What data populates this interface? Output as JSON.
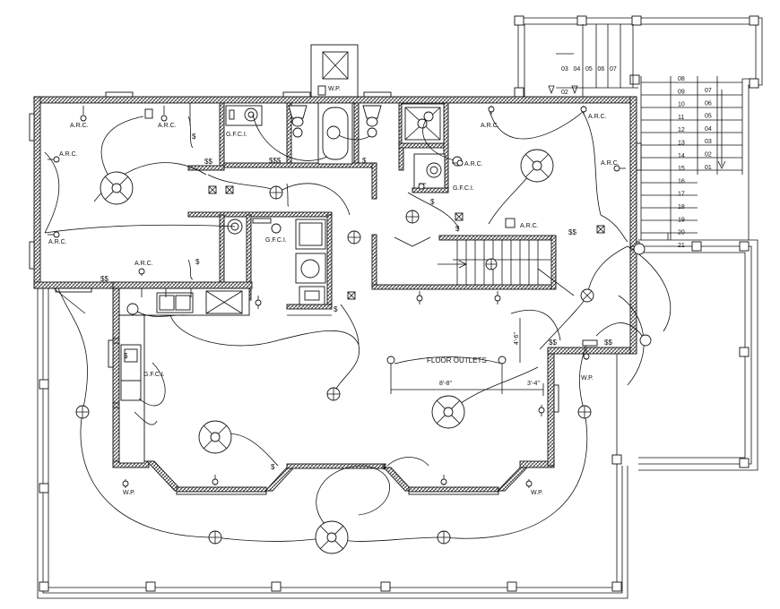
{
  "drawing": {
    "labels": {
      "arc": "A.R.C.",
      "gfci": "G.F.C.I.",
      "wp": "W.P.",
      "switch_double": "$$",
      "switch_triple": "$$$",
      "switch_single": "$",
      "floor_outlets": "FLOOR OUTLETS",
      "dim_main": "8'-8\"",
      "dim_side": "3'-4\"",
      "dim_vert": "4'-6\""
    },
    "stair_upper_top": [
      "03",
      "04",
      "05",
      "06",
      "07"
    ],
    "stair_upper_landing": [
      "02"
    ],
    "stair_right_col": [
      "08",
      "09",
      "10",
      "11",
      "12",
      "13",
      "14",
      "15",
      "16",
      "17",
      "18",
      "19",
      "20",
      "21"
    ],
    "stair_far_col": [
      "07",
      "06",
      "05",
      "04",
      "03",
      "02",
      "01"
    ]
  }
}
